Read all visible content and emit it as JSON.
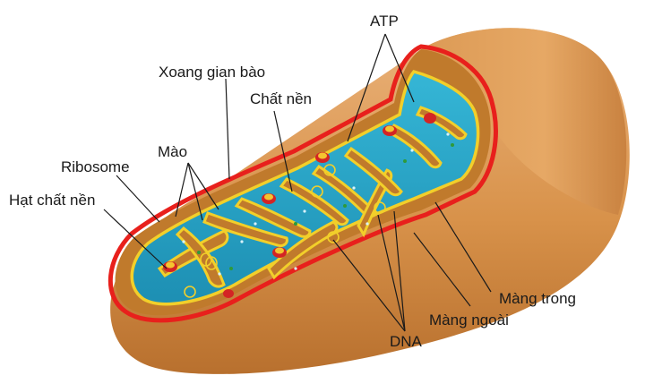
{
  "diagram": {
    "labels": {
      "atp": "ATP",
      "intermembrane_space": "Xoang gian bào",
      "matrix": "Chất nền",
      "cristae": "Mào",
      "ribosome": "Ribosome",
      "matrix_granule": "Hạt chất nền",
      "inner_membrane": "Màng trong",
      "outer_membrane": "Màng ngoài",
      "dna": "DNA"
    },
    "colors": {
      "outer_shell": "#d8924a",
      "outer_shell_dark": "#b8702e",
      "outer_membrane_red": "#e8201c",
      "matrix_blue": "#2aa6c8",
      "inner_membrane_yellow": "#f2cf2a",
      "intermembrane_brown": "#c07a2c",
      "ribosome_red": "#d42424",
      "granule_yellow": "#f4c430"
    }
  }
}
